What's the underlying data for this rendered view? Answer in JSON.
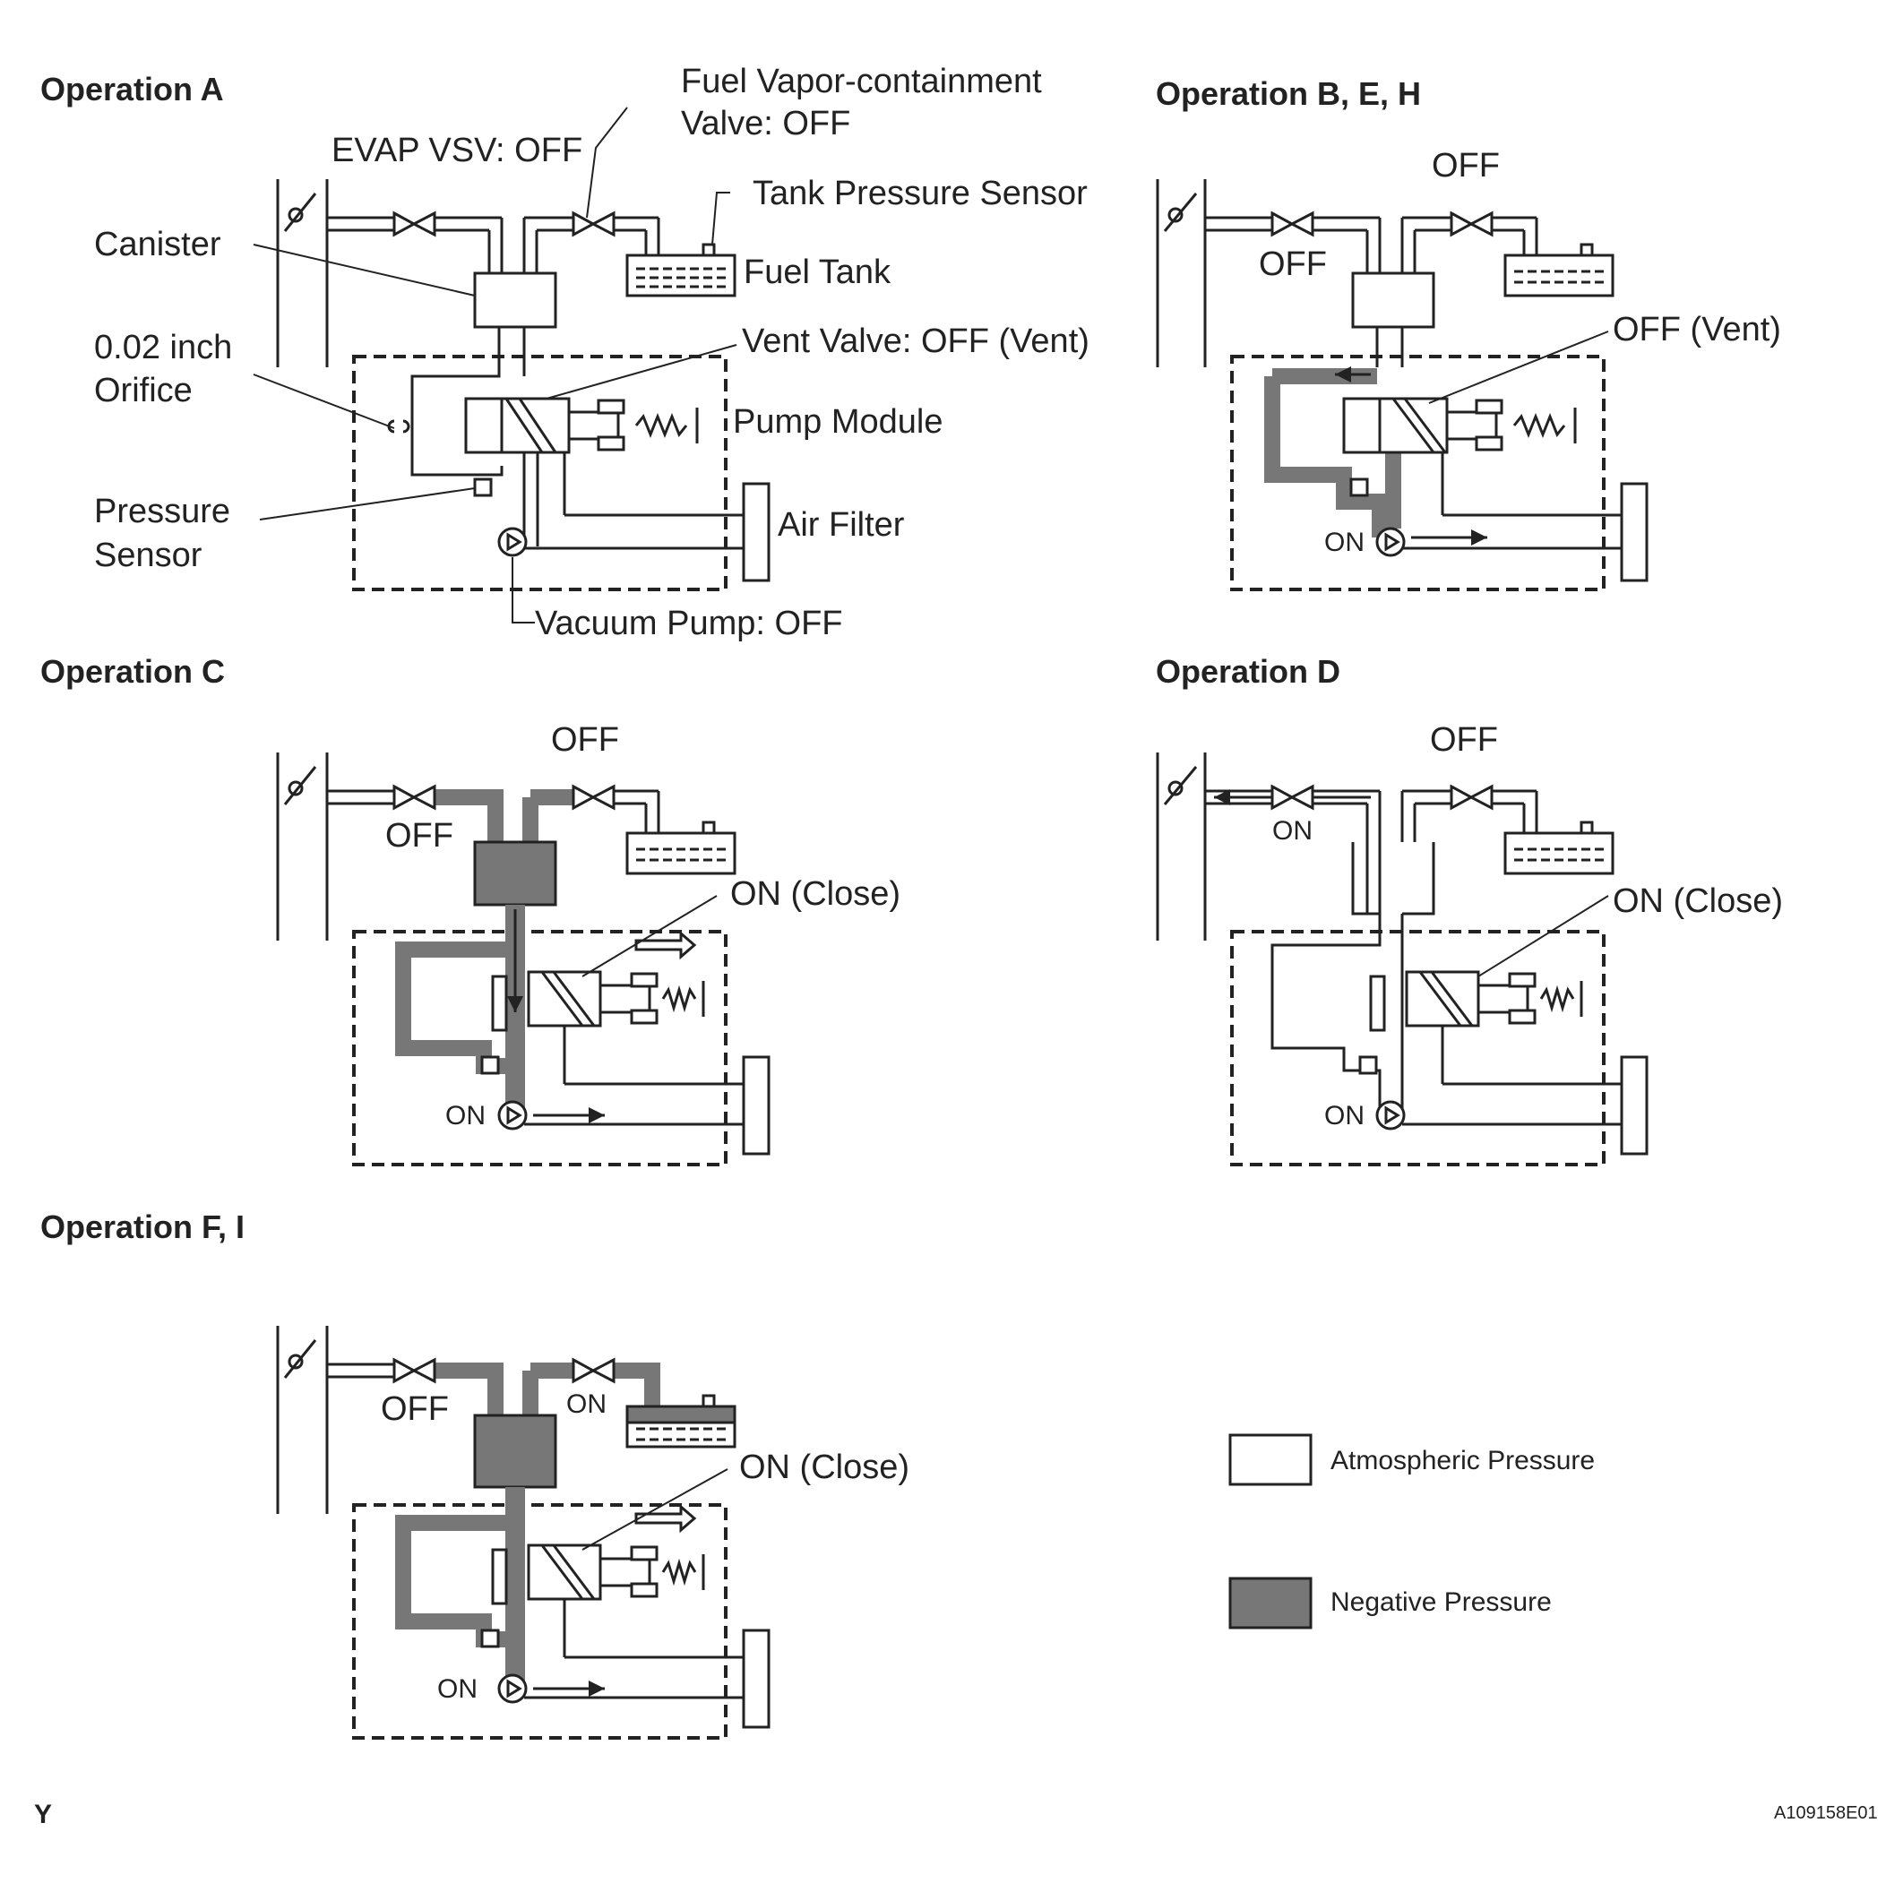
{
  "panels": [
    {
      "title": "Operation A"
    },
    {
      "title": "Operation B, E, H"
    },
    {
      "title": "Operation C"
    },
    {
      "title": "Operation D"
    },
    {
      "title": "Operation F, I"
    }
  ],
  "labels_a": {
    "evap_vsv": "EVAP VSV: OFF",
    "fuel_vapor_line1": "Fuel Vapor-containment",
    "fuel_vapor_line2": "Valve: OFF",
    "tank_pressure_sensor": "Tank Pressure Sensor",
    "canister": "Canister",
    "fuel_tank": "Fuel Tank",
    "orifice_line1": "0.02 inch",
    "orifice_line2": "Orifice",
    "vent_valve": "Vent Valve: OFF (Vent)",
    "pump_module": "Pump Module",
    "pressure_sensor_line1": "Pressure",
    "pressure_sensor_line2": "Sensor",
    "air_filter": "Air Filter",
    "vacuum_pump": "Vacuum Pump: OFF"
  },
  "labels_b": {
    "top": "OFF",
    "vsv": "OFF",
    "vent": "OFF (Vent)",
    "pump": "ON"
  },
  "labels_c": {
    "top": "OFF",
    "vsv": "OFF",
    "vent": "ON (Close)",
    "pump": "ON"
  },
  "labels_d": {
    "top": "OFF",
    "vsv": "ON",
    "vent": "ON (Close)",
    "pump": "ON"
  },
  "labels_f": {
    "vsv": "OFF",
    "fvc": "ON",
    "vent": "ON (Close)",
    "pump": "ON"
  },
  "legend": [
    {
      "label": "Atmospheric Pressure",
      "color": "#ffffff"
    },
    {
      "label": "Negative Pressure",
      "color": "#777777"
    }
  ],
  "footer": {
    "left": "Y",
    "code": "A109158E01"
  }
}
